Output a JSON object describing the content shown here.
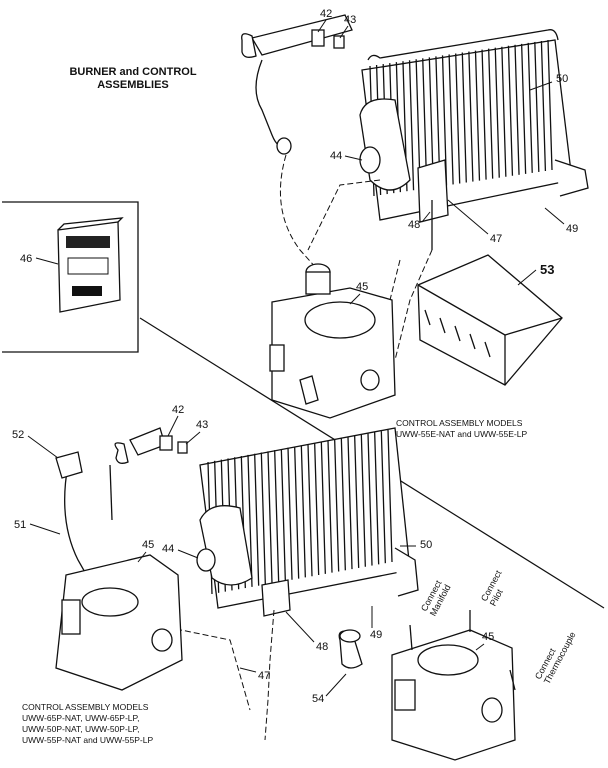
{
  "title": {
    "line1": "BURNER and CONTROL",
    "line2": "ASSEMBLIES"
  },
  "upper_caption": {
    "line1": "CONTROL ASSEMBLY MODELS",
    "line2": "UWW-55E-NAT and UWW-55E-LP"
  },
  "lower_caption": {
    "line1": "CONTROL ASSEMBLY MODELS",
    "line2": "UWW-65P-NAT, UWW-65P-LP,",
    "line3": "UWW-50P-NAT, UWW-50P-LP,",
    "line4": "UWW-55P-NAT and UWW-55P-LP"
  },
  "connect_labels": {
    "manifold": [
      "Connect",
      "Manifold"
    ],
    "pilot": [
      "Connect",
      "Pilot"
    ],
    "thermocouple": [
      "Connect",
      "Thermocouple"
    ]
  },
  "part_numbers": {
    "upper": [
      "42",
      "43",
      "50",
      "44",
      "48",
      "47",
      "49",
      "45",
      "53",
      "46"
    ],
    "lower": [
      "52",
      "42",
      "43",
      "51",
      "45",
      "44",
      "50",
      "47",
      "48",
      "49",
      "45",
      "54"
    ]
  },
  "box_detail_text": "▬ ▬ ▬"
}
